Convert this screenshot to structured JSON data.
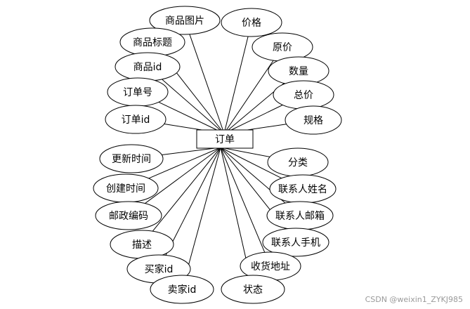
{
  "entity": {
    "label": "订单"
  },
  "attributes": [
    {
      "label": "商品图片"
    },
    {
      "label": "价格"
    },
    {
      "label": "商品标题"
    },
    {
      "label": "原价"
    },
    {
      "label": "商品id"
    },
    {
      "label": "数量"
    },
    {
      "label": "订单号"
    },
    {
      "label": "总价"
    },
    {
      "label": "订单id"
    },
    {
      "label": "规格"
    },
    {
      "label": "更新时间"
    },
    {
      "label": "分类"
    },
    {
      "label": "创建时间"
    },
    {
      "label": "联系人姓名"
    },
    {
      "label": "邮政编码"
    },
    {
      "label": "联系人邮箱"
    },
    {
      "label": "描述"
    },
    {
      "label": "联系人手机"
    },
    {
      "label": "买家id"
    },
    {
      "label": "收货地址"
    },
    {
      "label": "卖家id"
    },
    {
      "label": "状态"
    }
  ],
  "watermark": "CSDN @weixin1_ZYKJ985"
}
